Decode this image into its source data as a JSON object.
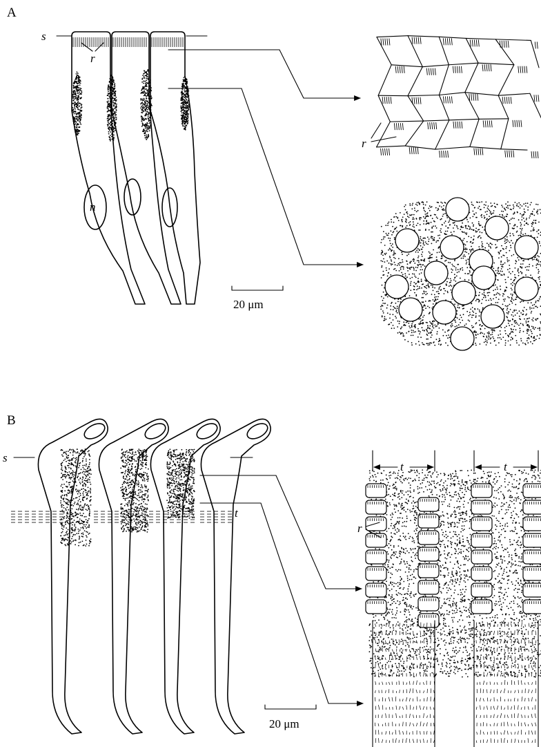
{
  "panels": [
    {
      "id": "A",
      "label": "A",
      "surface_label": "s",
      "rootlet_label": "r",
      "nucleus_label": "n",
      "scale_bar": "20 μm",
      "cross_section_rootlet_label": "r"
    },
    {
      "id": "B",
      "label": "B",
      "surface_label": "s",
      "nucleus_label": "n",
      "tonofilament_label": "t",
      "scale_bar": "20 μm",
      "section_width_labels": [
        "t",
        "t"
      ],
      "cross_section_rootlet_label": "r"
    }
  ],
  "colors": {
    "ink": "#000000",
    "paper": "#ffffff"
  }
}
